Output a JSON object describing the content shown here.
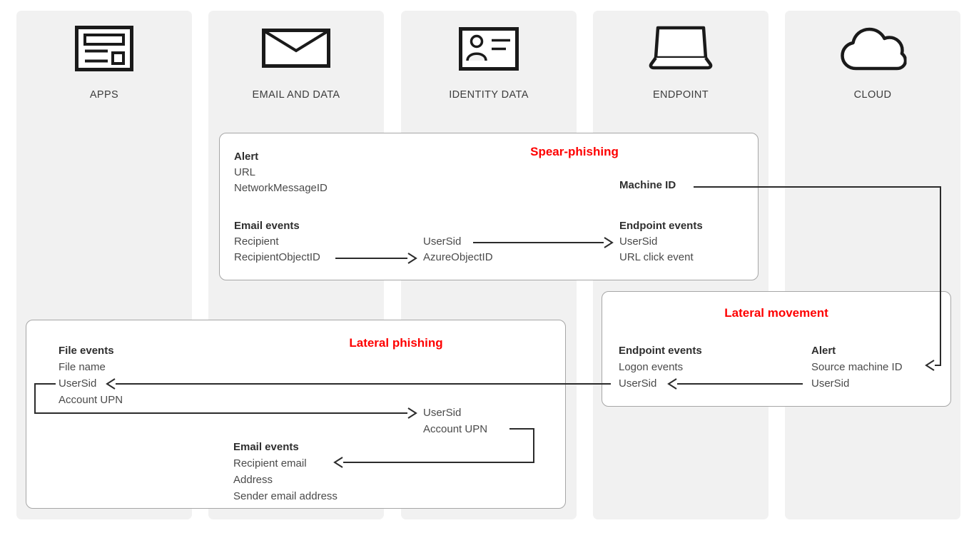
{
  "columns": [
    {
      "label": "APPS",
      "icon": "apps-icon"
    },
    {
      "label": "EMAIL AND DATA",
      "icon": "envelope-icon"
    },
    {
      "label": "IDENTITY DATA",
      "icon": "id-card-icon"
    },
    {
      "label": "ENDPOINT",
      "icon": "laptop-icon"
    },
    {
      "label": "CLOUD",
      "icon": "cloud-icon"
    }
  ],
  "scenarios": {
    "spear_phishing": {
      "title": "Spear-phishing",
      "alert": {
        "heading": "Alert",
        "items": [
          "URL",
          "NetworkMessageID"
        ]
      },
      "email_events": {
        "heading": "Email events",
        "items": [
          "Recipient",
          "RecipientObjectID"
        ]
      },
      "identity_fields": {
        "items": [
          "UserSid",
          "AzureObjectID"
        ]
      },
      "machine_id_label": "Machine ID",
      "endpoint_events": {
        "heading": "Endpoint events",
        "items": [
          "UserSid",
          "URL click event"
        ]
      }
    },
    "lateral_movement": {
      "title": "Lateral movement",
      "endpoint_events": {
        "heading": "Endpoint events",
        "items": [
          "Logon events",
          "UserSid"
        ]
      },
      "alert": {
        "heading": "Alert",
        "items": [
          "Source machine ID",
          "UserSid"
        ]
      }
    },
    "lateral_phishing": {
      "title": "Lateral phishing",
      "file_events": {
        "heading": "File events",
        "items": [
          "File name",
          "UserSid",
          "Account UPN"
        ]
      },
      "identity_fields": {
        "items": [
          "UserSid",
          "Account UPN"
        ]
      },
      "email_events": {
        "heading": "Email events",
        "items": [
          "Recipient email",
          "Address",
          "Sender email address"
        ]
      }
    }
  },
  "colors": {
    "scenario_title_red": "#FE0000",
    "column_background": "#F1F1F1",
    "body_text": "#4A4A4A",
    "heading_text": "#2E2E2E",
    "line_color": "#2B2B2B",
    "box_border": "#A6A6A6"
  }
}
